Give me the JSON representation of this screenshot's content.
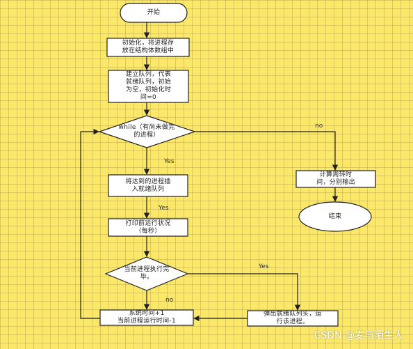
{
  "nodes": {
    "start": "开始",
    "init": "初始化，将进程存\n放在结构体数组中",
    "queue": "建立队列，代表\n就绪队列，初始\n为空，初始化时\n间=0",
    "while_cond": "while（有尚未做完\n的进程）",
    "insert": "将达到的进程插\n入就绪队列",
    "print": "打印前运行状况\n（每秒）",
    "done_cond": "当前进程执行完\n毕。",
    "time_update": "系统时间+1\n当前进程运行时间-1",
    "dequeue": "弹出就绪队列头，运\n行该进程。",
    "compute": "计算周转时\n间，分别输出",
    "end": "结束"
  },
  "edge_labels": {
    "no_loop": "no",
    "yes_1": "Yes",
    "yes_2": "Yes",
    "yes_done": "Yes",
    "no_done": "no"
  },
  "watermark": "CSDN @麦与陌生人",
  "colors": {
    "background": "#fbe869",
    "node_fill": "#ffffff",
    "stroke": "#222222"
  }
}
